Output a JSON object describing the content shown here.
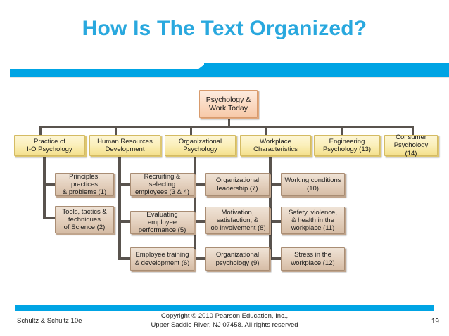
{
  "slide": {
    "title": "How Is The Text Organized?",
    "accent_color": "#00a4e4",
    "title_color": "#29a8de",
    "connector_color": "#59534e"
  },
  "chart_data": {
    "type": "diagram",
    "title": "How Is The Text Organized?",
    "root": {
      "label": "Psychology &\nWork Today",
      "color": "#f7c9a8"
    },
    "branches": [
      {
        "label": "Practice of\nI-O Psychology",
        "color": "#f4e08c",
        "children": [
          {
            "label": "Principles, practices\n& problems (1)",
            "chapters": "1",
            "color": "#d6bda6"
          },
          {
            "label": "Tools, tactics &\ntechniques\nof Science (2)",
            "chapters": "2",
            "color": "#d6bda6"
          }
        ]
      },
      {
        "label": "Human Resources\nDevelopment",
        "color": "#f4e08c",
        "children": [
          {
            "label": "Recruiting & selecting\nemployees (3 & 4)",
            "chapters": "3 & 4",
            "color": "#d6bda6"
          },
          {
            "label": "Evaluating employee\nperformance (5)",
            "chapters": "5",
            "color": "#d6bda6"
          },
          {
            "label": "Employee training\n& development (6)",
            "chapters": "6",
            "color": "#d6bda6"
          }
        ]
      },
      {
        "label": "Organizational\nPsychology",
        "color": "#f4e08c",
        "children": [
          {
            "label": "Organizational\nleadership (7)",
            "chapters": "7",
            "color": "#d6bda6"
          },
          {
            "label": "Motivation,\nsatisfaction, &\njob involvement (8)",
            "chapters": "8",
            "color": "#d6bda6"
          },
          {
            "label": "Organizational\npsychology (9)",
            "chapters": "9",
            "color": "#d6bda6"
          }
        ]
      },
      {
        "label": "Workplace\nCharacteristics",
        "color": "#f4e08c",
        "children": [
          {
            "label": "Working conditions\n(10)",
            "chapters": "10",
            "color": "#d6bda6"
          },
          {
            "label": "Safety, violence,\n& health in the\nworkplace (11)",
            "chapters": "11",
            "color": "#d6bda6"
          },
          {
            "label": "Stress in the\nworkplace (12)",
            "chapters": "12",
            "color": "#d6bda6"
          }
        ]
      },
      {
        "label": "Engineering\nPsychology (13)",
        "color": "#f4e08c",
        "children": []
      },
      {
        "label": "Consumer\nPsychology (14)",
        "color": "#f4e08c",
        "children": []
      }
    ]
  },
  "nodes": {
    "root": "Psychology &\nWork Today",
    "b1": "Practice of\nI-O Psychology",
    "b2": "Human Resources\nDevelopment",
    "b3": "Organizational\nPsychology",
    "b4": "Workplace\nCharacteristics",
    "b5": "Engineering\nPsychology (13)",
    "b6": "Consumer\nPsychology (14)",
    "c1a": "Principles, practices\n& problems (1)",
    "c1b": "Tools, tactics &\ntechniques\nof Science (2)",
    "c2a": "Recruiting & selecting\nemployees (3 & 4)",
    "c2b": "Evaluating employee\nperformance (5)",
    "c2c": "Employee training\n& development (6)",
    "c3a": "Organizational\nleadership (7)",
    "c3b": "Motivation,\nsatisfaction, &\njob involvement (8)",
    "c3c": "Organizational\npsychology (9)",
    "c4a": "Working conditions\n(10)",
    "c4b": "Safety, violence,\n& health in the\nworkplace (11)",
    "c4c": "Stress in the\nworkplace (12)"
  },
  "footer": {
    "left": "Schultz & Schultz 10e",
    "copyright_line1": "Copyright © 2010 Pearson Education, Inc.,",
    "copyright_line2": "Upper Saddle River, NJ 07458. All rights reserved",
    "page_number": "19"
  }
}
